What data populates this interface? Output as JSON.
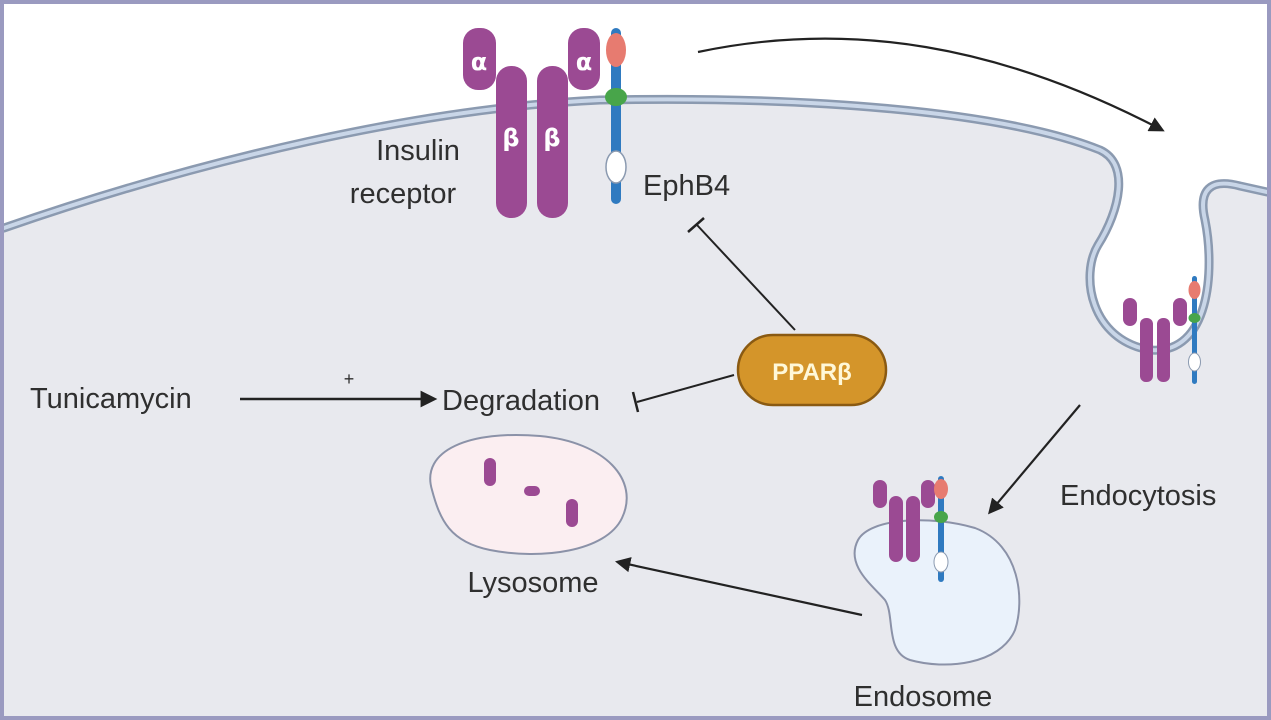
{
  "diagram": {
    "type": "cell-signaling pathway",
    "colors": {
      "frame": "#9a9ac0",
      "cytoplasm": "#e8e9ee",
      "outside": "#ffffff",
      "membrane": "#b9c8dc",
      "membrane_edge": "#8b9ab0",
      "insulin_receptor": "#9b4a93",
      "ephb4_shaft": "#2f7ac0",
      "ephb4_ligand_domain": "#e77b70",
      "ephb4_tm_domain": "#48a54a",
      "pparb_fill": "#d4952a",
      "pparb_edge": "#8a5a12",
      "lysosome_fill": "#fbeef1",
      "endosome_fill": "#eaf2fb",
      "arrow": "#222222"
    },
    "labels": {
      "insulin_receptor_line1": "Insulin",
      "insulin_receptor_line2": "receptor",
      "ephb4": "EphB4",
      "tunicamycin": "Tunicamycin",
      "plus_sign": "+",
      "degradation": "Degradation",
      "pparb": "PPARβ",
      "lysosome": "Lysosome",
      "endosome": "Endosome",
      "endocytosis": "Endocytosis"
    },
    "subunits": {
      "alpha": "α",
      "beta": "β"
    },
    "edges": [
      {
        "from": "tunicamycin",
        "to": "degradation",
        "type": "activation",
        "sign": "+"
      },
      {
        "from": "pparb",
        "to": "degradation",
        "type": "inhibition"
      },
      {
        "from": "pparb",
        "to": "ephb4",
        "type": "inhibition"
      },
      {
        "from": "membrane-receptors",
        "to": "endocytic-pit",
        "type": "movement"
      },
      {
        "from": "endocytic-pit",
        "to": "endosome",
        "type": "endocytosis"
      },
      {
        "from": "endosome",
        "to": "lysosome",
        "type": "trafficking"
      }
    ]
  }
}
